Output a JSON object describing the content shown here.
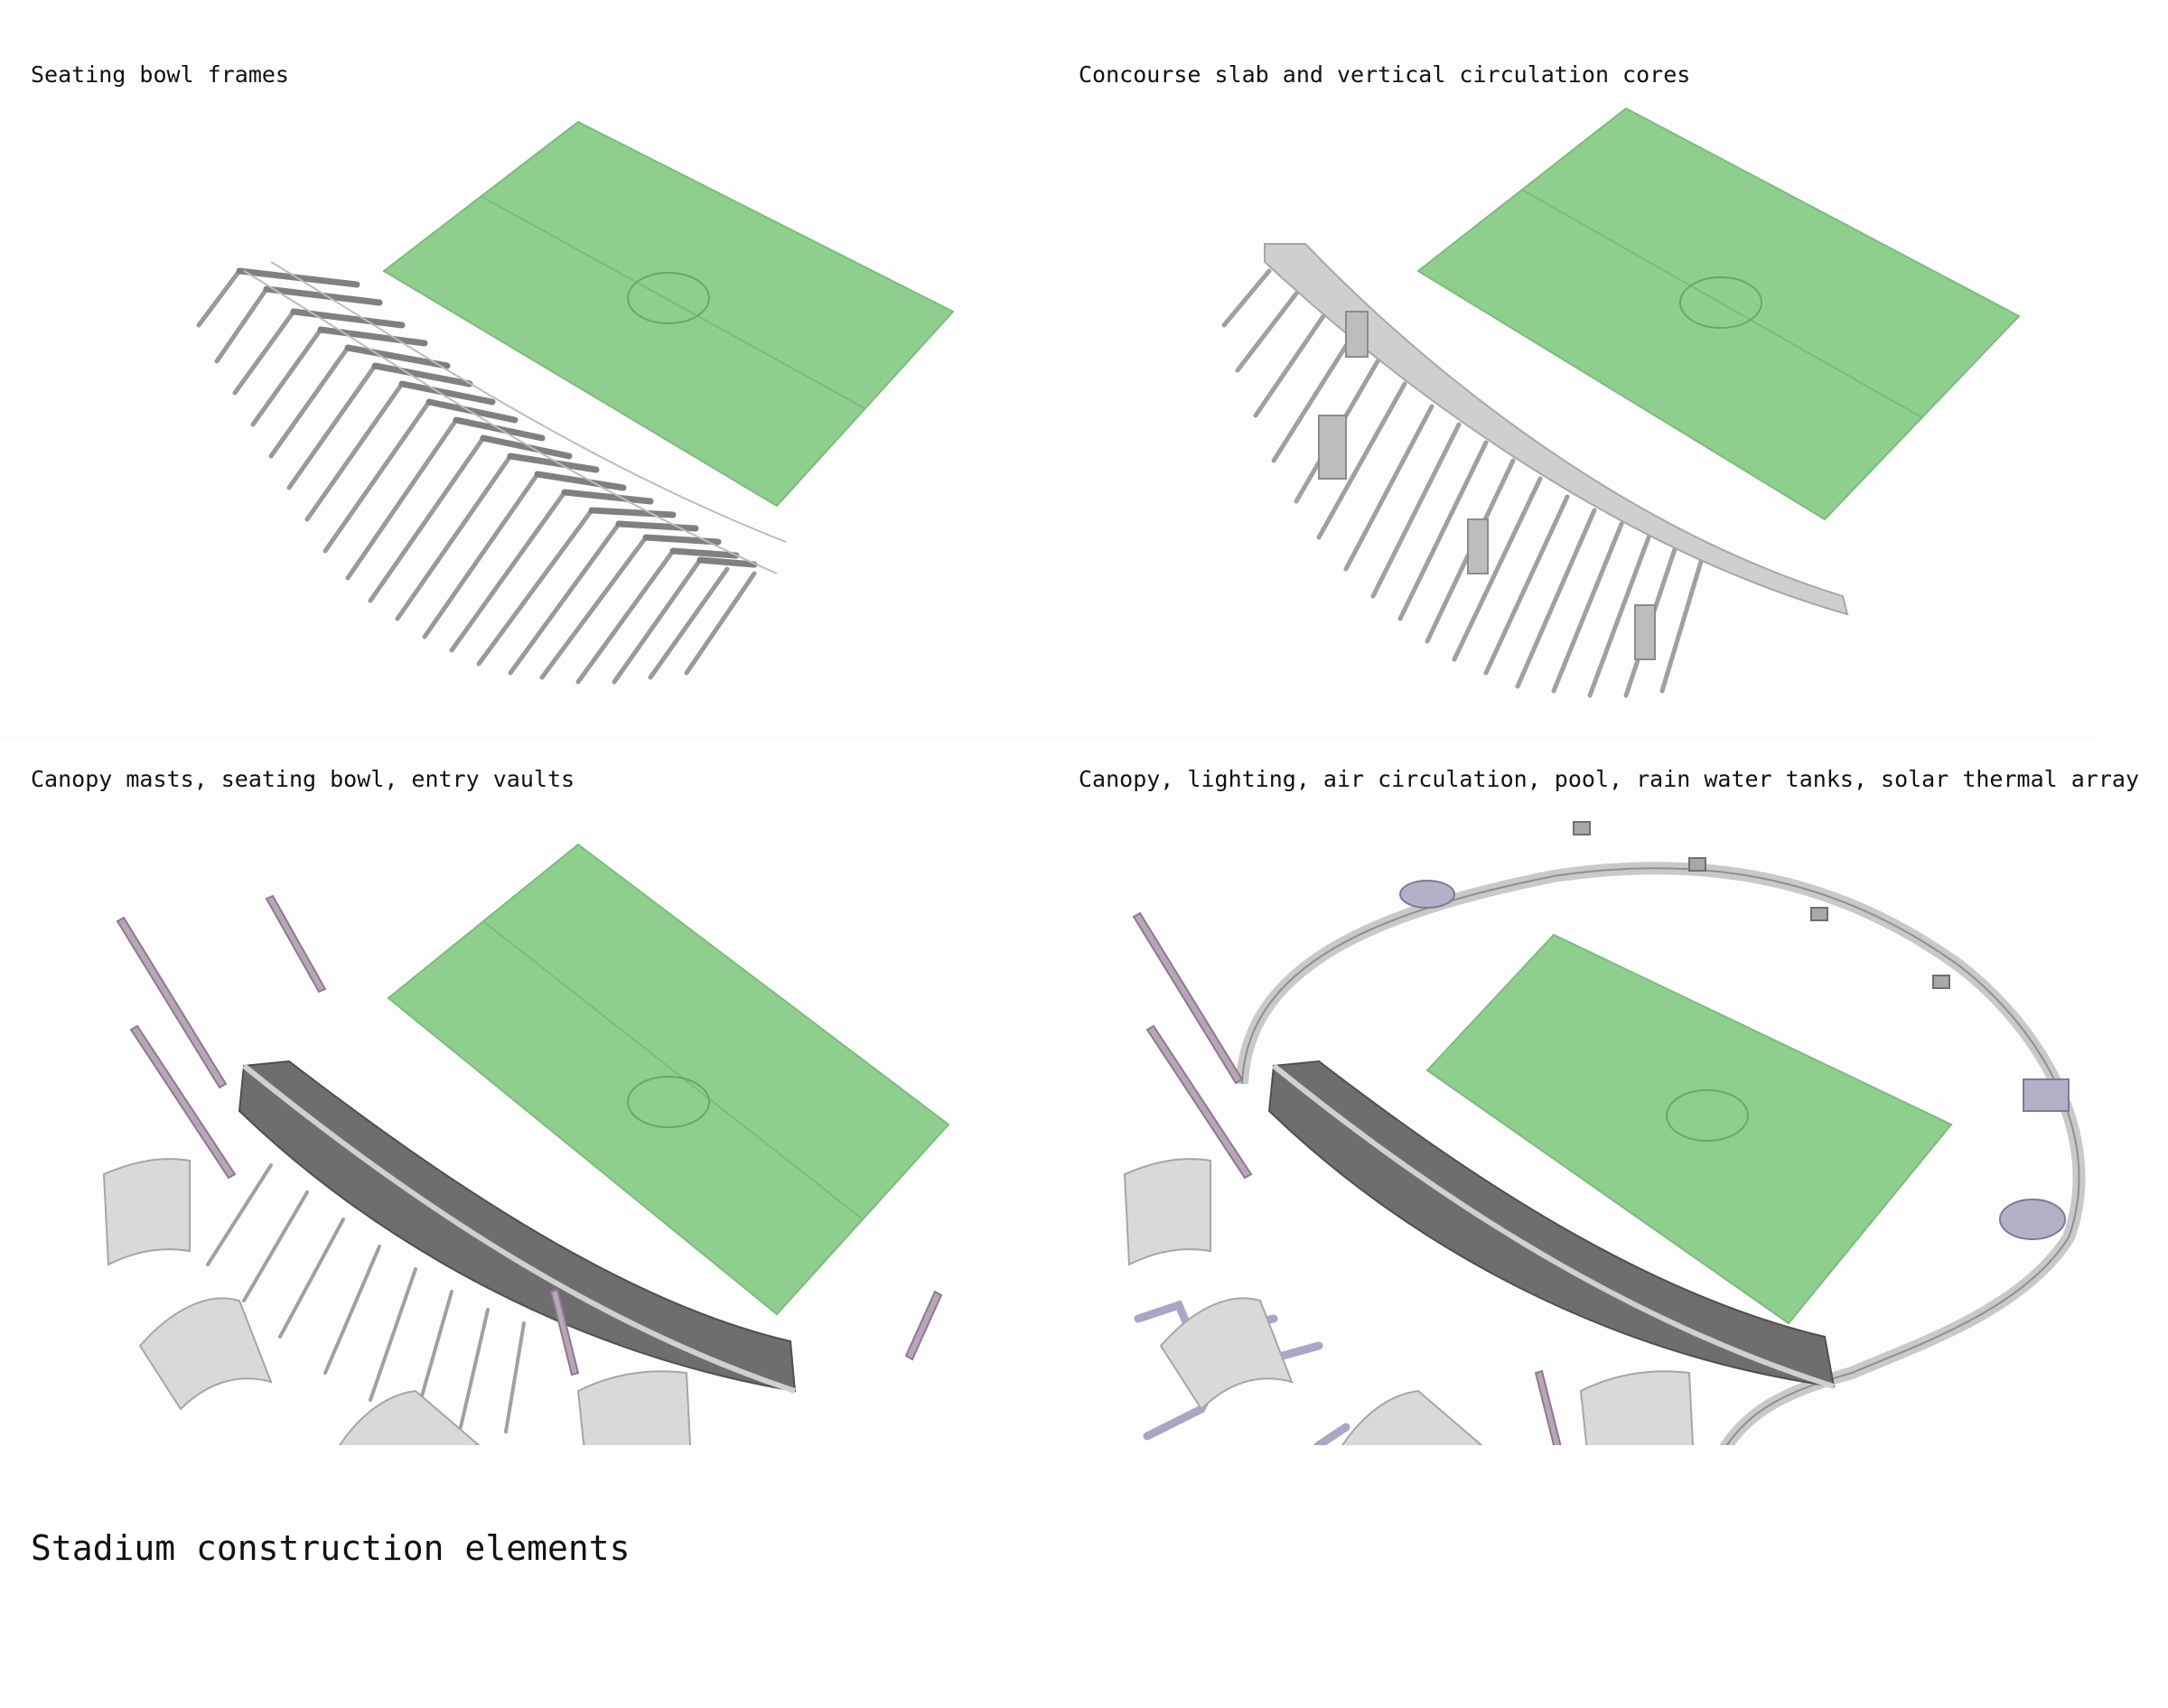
{
  "panels": [
    {
      "title": "Seating bowl frames"
    },
    {
      "title": "Concourse slab and vertical circulation cores"
    },
    {
      "title": "Canopy masts, seating bowl, entry vaults"
    },
    {
      "title": "Canopy, lighting, air circulation, pool, rain water tanks, solar thermal array"
    }
  ],
  "main_title": "Stadium construction elements",
  "colors": {
    "pitch_fill": "#8ecf8e",
    "pitch_line": "#6aa86a",
    "frame": "#9a9a9a",
    "seating": "#6e6e6e",
    "slab": "#cfcfcf",
    "mast": "#b7a6b7",
    "vault": "#d9d9d9",
    "duct": "#a9a6c6",
    "canopy": "#d3d3d3"
  },
  "icons": [
    "pitch-diagram",
    "frame-diagram",
    "concourse-slab",
    "canopy-mast",
    "entry-vault",
    "air-duct",
    "water-tank",
    "floodlight"
  ]
}
